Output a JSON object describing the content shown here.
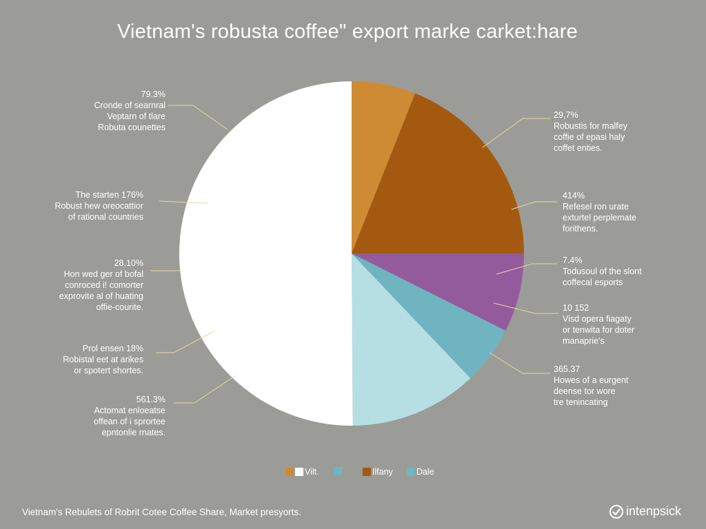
{
  "title": "Vietnam's robusta coffee\" export marke carket:hare",
  "chart_data": {
    "type": "pie",
    "title": "Vietnam's robusta coffee\" export marke carket:hare",
    "slices": [
      {
        "value": 6,
        "color": "#cf8b34"
      },
      {
        "value": 19,
        "color": "#a35a10"
      },
      {
        "value": 7.4,
        "color": "#945b9c"
      },
      {
        "value": 5.5,
        "color": "#6fb4c0"
      },
      {
        "value": 12,
        "color": "#b5dfe3"
      },
      {
        "value": 50.1,
        "color": "#ffffff"
      }
    ],
    "annotations_left": [
      {
        "value": "79.3%",
        "lines": [
          "Cronde of searnral",
          "Veptarn of tlare",
          "Robuta counettes"
        ]
      },
      {
        "value": "The starten 176%",
        "lines": [
          "Robust hew oreocattior",
          "of rational countries"
        ]
      },
      {
        "value": "28.10%",
        "lines": [
          "Hon wed ger of bofal",
          "conroced i! comorter",
          "exprovite al of huating",
          "offie-courite."
        ]
      },
      {
        "value": "Prol ensen 18%",
        "lines": [
          "Robistal eet at arikes",
          "or spotert shortes."
        ]
      },
      {
        "value": "561.3%",
        "lines": [
          "Actomat enloeatse",
          "offean of i sprortee",
          "epntonlie rnates."
        ]
      }
    ],
    "annotations_right": [
      {
        "value": "29,7%",
        "lines": [
          "Robustis for malfey",
          "coffie of epasi haly",
          "coffet enties."
        ]
      },
      {
        "value": "414%",
        "lines": [
          "Refesel ron urate",
          "exturtel perplemate",
          "forithens."
        ]
      },
      {
        "value": "7.4%",
        "lines": [
          "Todusoul of the slont",
          "coffecal esports"
        ]
      },
      {
        "value": "10 152",
        "lines": [
          "Visd opera fiagaty",
          "or tenwita for doter",
          "manaprie's"
        ]
      },
      {
        "value": "365.37",
        "lines": [
          "Howes of a eurgent",
          "deense tor wore",
          "tre tenincating"
        ]
      }
    ],
    "legend": [
      {
        "label": "Vilt.",
        "color": "#cf8b34"
      },
      {
        "label": "",
        "color": "#6fb4c0"
      },
      {
        "label": "Ilfany",
        "color": "#a35a10"
      },
      {
        "label": "Dale",
        "color": "#6fb4c0"
      }
    ]
  },
  "footer": "Vietnam's Rebulets of Robrit Cotee Coffee Share, Market presyorts.",
  "brand": "intenpsick",
  "colors": {
    "background": "#9b9c97",
    "leader_line": "#e8d7a8"
  }
}
